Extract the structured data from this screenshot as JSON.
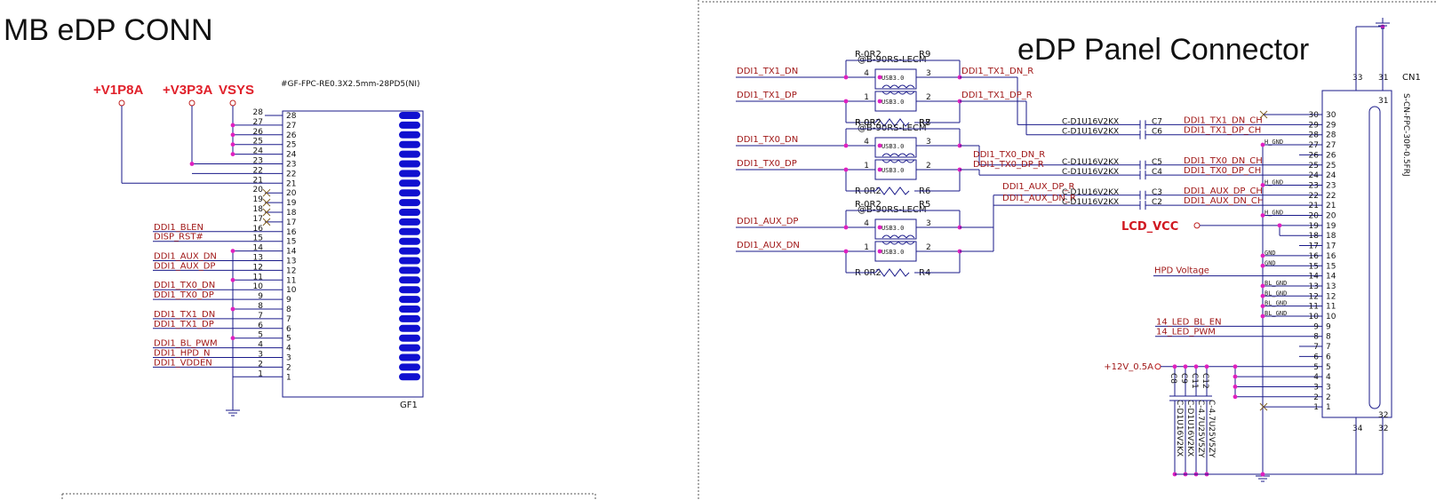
{
  "left": {
    "title": "MB eDP CONN",
    "power": [
      "+V1P8A",
      "+V3P3A",
      "VSYS"
    ],
    "part": "#GF-FPC-RE0.3X2.5mm-28PD5(NI)",
    "ref": "GF1",
    "signals": [
      {
        "name": "DDI1_BLEN",
        "pin": 16
      },
      {
        "name": "DISP_RST#",
        "pin": 15
      },
      {
        "name": "DDI1_AUX_DN",
        "pin": 13
      },
      {
        "name": "DDI1_AUX_DP",
        "pin": 12
      },
      {
        "name": "DDI1_TX0_DN",
        "pin": 10
      },
      {
        "name": "DDI1_TX0_DP",
        "pin": 9
      },
      {
        "name": "DDI1_TX1_DN",
        "pin": 7
      },
      {
        "name": "DDI1_TX1_DP",
        "pin": 6
      },
      {
        "name": "DDI1_BL_PWM",
        "pin": 4
      },
      {
        "name": "DDI1_HPD_N",
        "pin": 3
      },
      {
        "name": "DDI1_VDDEN",
        "pin": 2
      }
    ]
  },
  "right": {
    "title": "eDP Panel Connector",
    "conn_ref": "CN1",
    "conn_part": "S-CN-FPC-30P-0.5FRJ",
    "choke_part": "@B-90RS-LECM",
    "choke_core": "USB3.0",
    "inputs": [
      "DDI1_TX1_DN",
      "DDI1_TX1_DP",
      "DDI1_TX0_DN",
      "DDI1_TX0_DP",
      "DDI1_AUX_DP",
      "DDI1_AUX_DN"
    ],
    "resistor_value": "R-0R2",
    "resistors": [
      "R9",
      "R8",
      "R7",
      "R6",
      "R5",
      "R4"
    ],
    "r_nets": [
      "DDI1_TX1_DN_R",
      "DDI1_TX1_DP_R",
      "DDI1_TX0_DN_R",
      "DDI1_TX0_DP_R",
      "DDI1_AUX_DP_R",
      "DDI1_AUX_DN_R"
    ],
    "caps": [
      {
        "value": "C-D1U16V2KX",
        "ref": "C7",
        "net": "DDI1_TX1_DN_CH",
        "pin": 29
      },
      {
        "value": "C-D1U16V2KX",
        "ref": "C6",
        "net": "DDI1_TX1_DP_CH",
        "pin": 28
      },
      {
        "value": "C-D1U16V2KX",
        "ref": "C5",
        "net": "DDI1_TX0_DN_CH",
        "pin": 25
      },
      {
        "value": "C-D1U16V2KX",
        "ref": "C4",
        "net": "DDI1_TX0_DP_CH",
        "pin": 24
      },
      {
        "value": "C-D1U16V2KX",
        "ref": "C3",
        "net": "DDI1_AUX_DP_CH",
        "pin": 22
      },
      {
        "value": "C-D1U16V2KX",
        "ref": "C2",
        "net": "DDI1_AUX_DN_CH",
        "pin": 21
      }
    ],
    "lcd_vcc": "LCD_VCC",
    "hpd": "HPD Voltage",
    "led_en": "14_LED_BL_EN",
    "led_pwm": "14_LED_PWM",
    "v12": "+12V_0.5A",
    "gnd_labels": {
      "H_GND": "H_GND",
      "GND": "GND",
      "BL_GND": "BL_GND"
    },
    "bottom_caps": [
      {
        "ref": "C8",
        "value": "C-D1U16V2KX"
      },
      {
        "ref": "C9",
        "value": "C-D1U16V2KX"
      },
      {
        "ref": "C11",
        "value": "C-4.7U25V5ZY"
      },
      {
        "ref": "C12",
        "value": "C-4.7U25V5ZY"
      }
    ]
  }
}
